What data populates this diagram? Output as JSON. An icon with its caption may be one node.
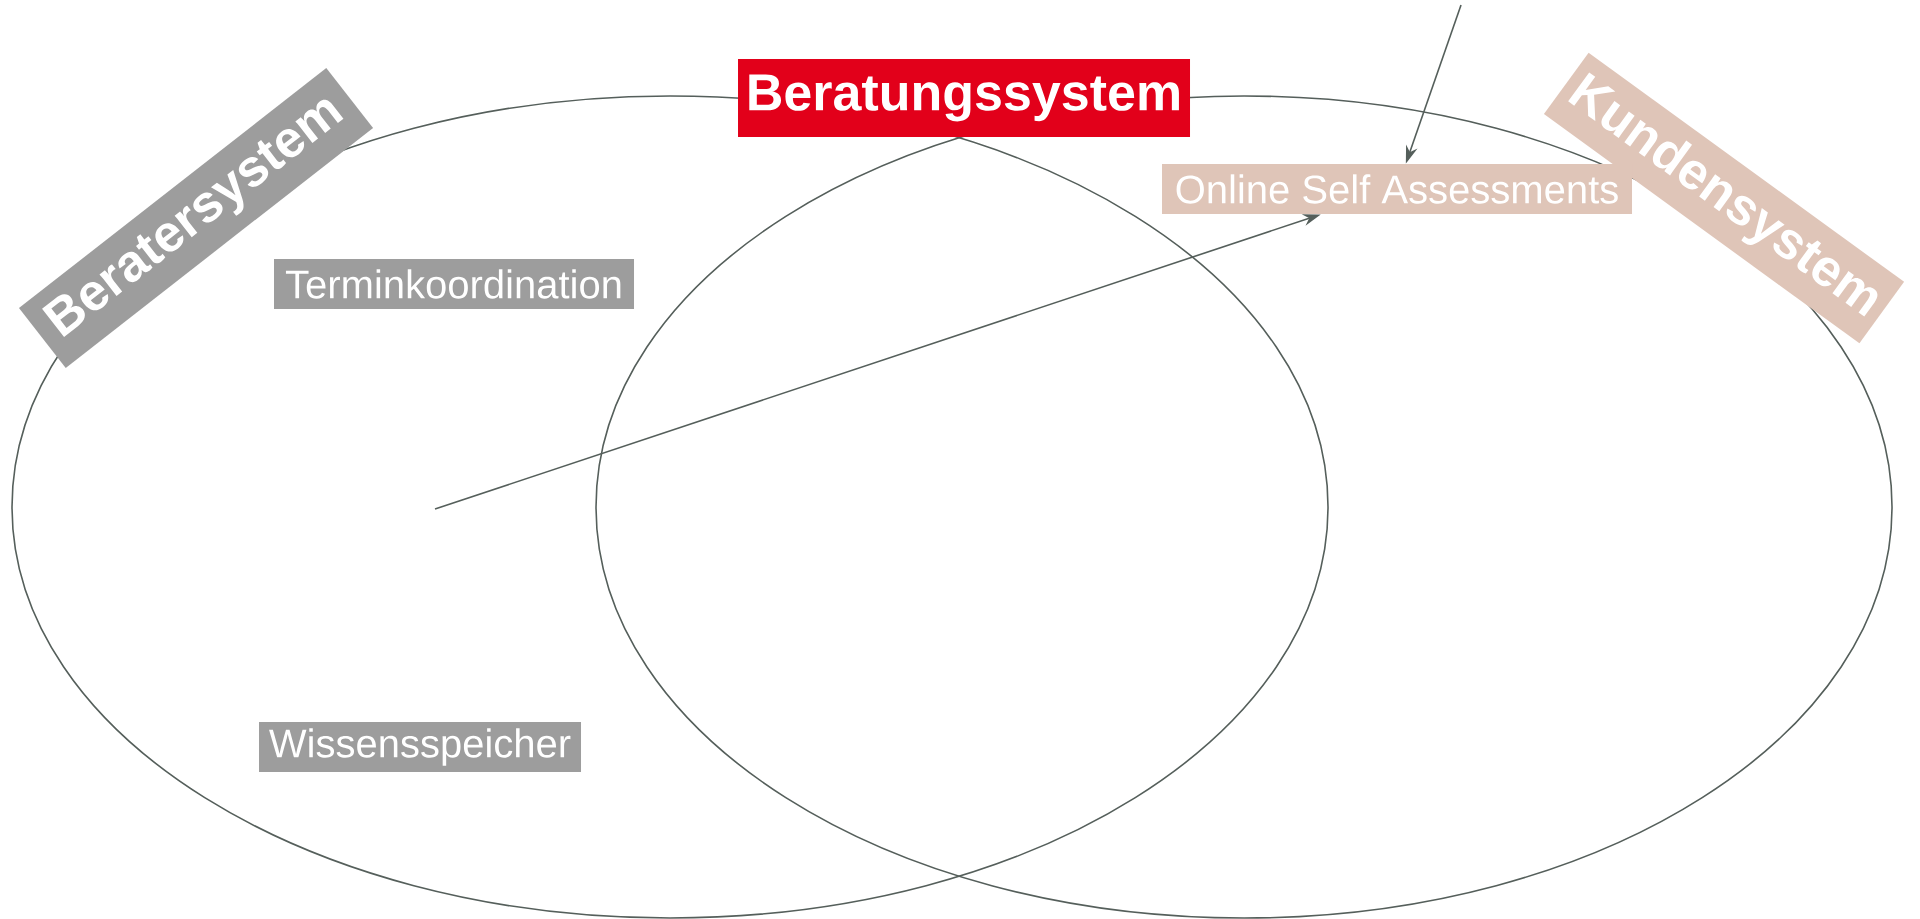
{
  "diagram": {
    "nodes": [
      {
        "text": [],
        "shape": "ellipse"
      },
      {
        "text": [],
        "shape": "ellipse"
      },
      {
        "text": [
          "Beratersystem"
        ]
      },
      {
        "text": [
          "Beratungssystem"
        ]
      },
      {
        "text": [
          "Kundensystem"
        ]
      },
      {
        "text": [
          "Terminkoordination"
        ],
        "in": 0
      },
      {
        "text": [
          "Wissensspeicher"
        ],
        "in": 0
      },
      {
        "text": [
          "Online Self Assessments"
        ],
        "in": 1
      }
    ],
    "edges": [
      {
        "from": null,
        "to": 7,
        "arrow": "to"
      },
      {
        "from": null,
        "to": 7,
        "arrow": "to"
      }
    ]
  }
}
